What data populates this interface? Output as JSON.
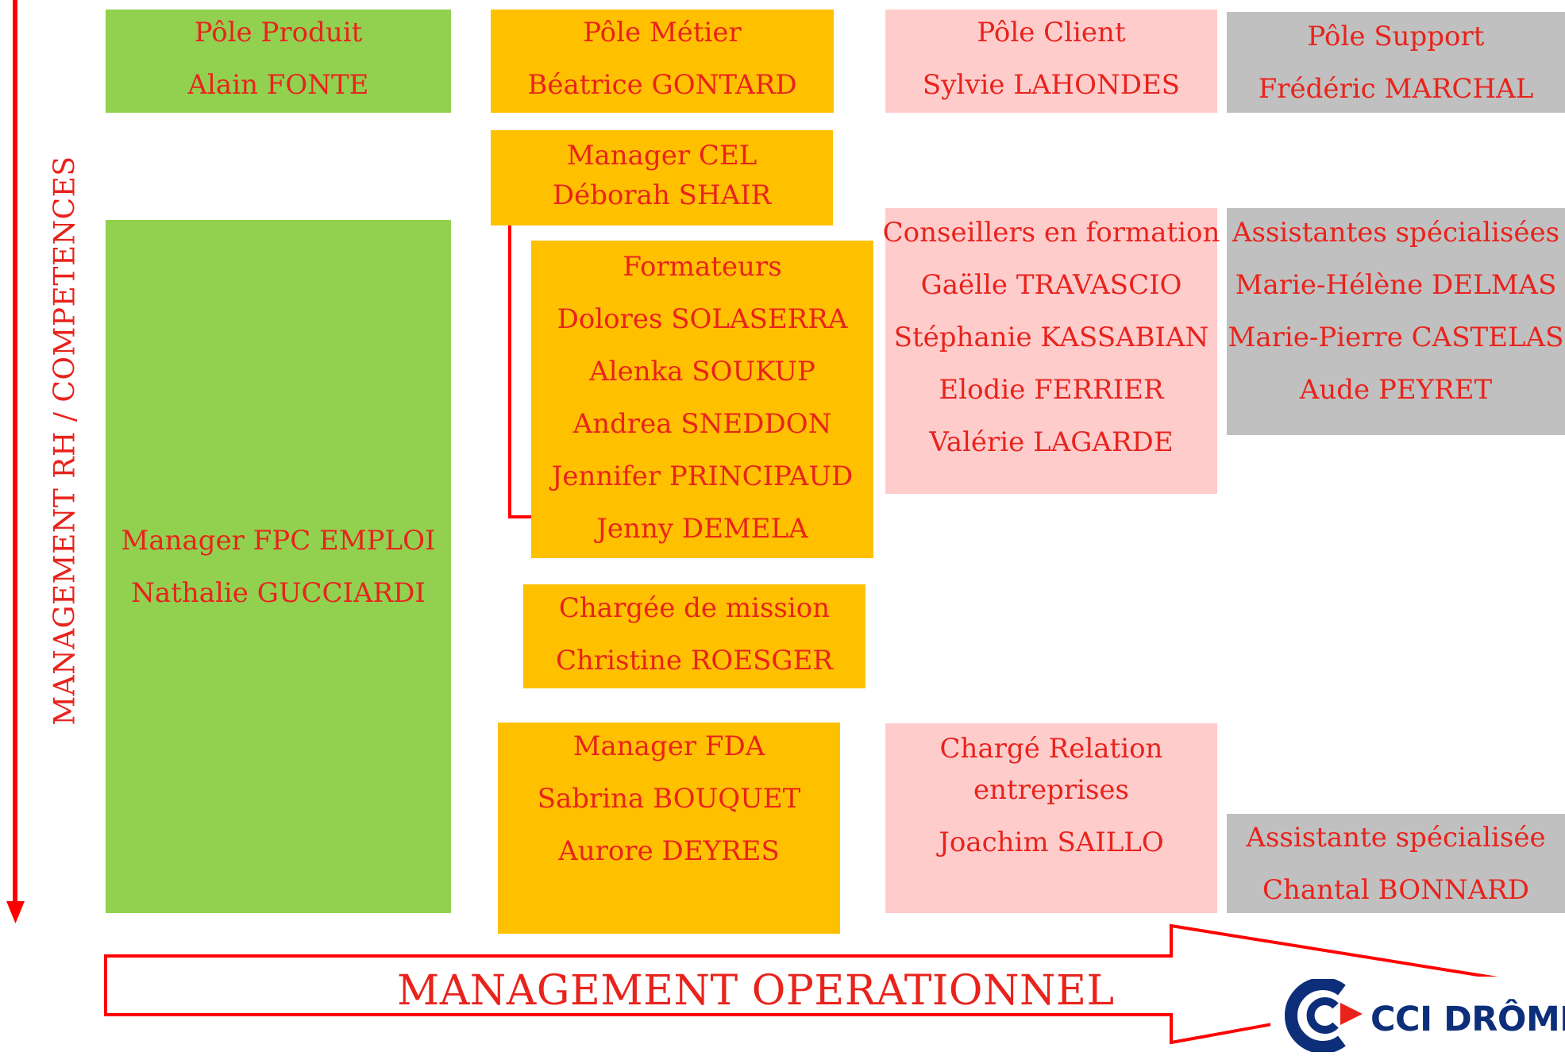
{
  "colors": {
    "accent": "#e8231c",
    "green": "#92d050",
    "orange": "#ffc000",
    "pink": "#ffcccc",
    "gray": "#c0c0c0",
    "logo_blue": "#0d2f7a"
  },
  "vertical_axis_label": "MANAGEMENT RH / COMPETENCES",
  "horizontal_axis_label": "MANAGEMENT OPERATIONNEL",
  "poles": {
    "produit": {
      "title": "Pôle Produit",
      "name": "Alain FONTE"
    },
    "metier": {
      "title": "Pôle Métier",
      "name": "Béatrice GONTARD"
    },
    "client": {
      "title": "Pôle Client",
      "name": "Sylvie LAHONDES"
    },
    "support": {
      "title": "Pôle Support",
      "name": "Frédéric MARCHAL"
    }
  },
  "manager_cel": {
    "title": "Manager CEL",
    "name": "Déborah SHAIR"
  },
  "manager_fpc": {
    "title": "Manager FPC EMPLOI",
    "name": "Nathalie GUCCIARDI"
  },
  "formateurs": {
    "title": "Formateurs",
    "names": [
      "Dolores SOLASERRA",
      "Alenka SOUKUP",
      "Andrea SNEDDON",
      "Jennifer PRINCIPAUD",
      "Jenny DEMELA"
    ]
  },
  "chargee_mission": {
    "title": "Chargée de mission",
    "name": "Christine ROESGER"
  },
  "manager_fda": {
    "title": "Manager FDA",
    "names": [
      "Sabrina BOUQUET",
      "Aurore DEYRES"
    ]
  },
  "conseillers": {
    "title": "Conseillers en formation",
    "names": [
      "Gaëlle TRAVASCIO",
      "Stéphanie KASSABIAN",
      "Elodie FERRIER",
      "Valérie LAGARDE"
    ]
  },
  "assistantes": {
    "title": "Assistantes spécialisées",
    "names": [
      "Marie-Hélène DELMAS",
      "Marie-Pierre CASTELAS",
      "Aude PEYRET"
    ]
  },
  "relation_entreprises": {
    "title_line1": "Chargé Relation",
    "title_line2": "entreprises",
    "name": "Joachim SAILLO"
  },
  "assistante": {
    "title": "Assistante spécialisée",
    "name": "Chantal BONNARD"
  },
  "logo": {
    "icon": "cci-logo-icon",
    "text": "CCI DRÔME"
  }
}
